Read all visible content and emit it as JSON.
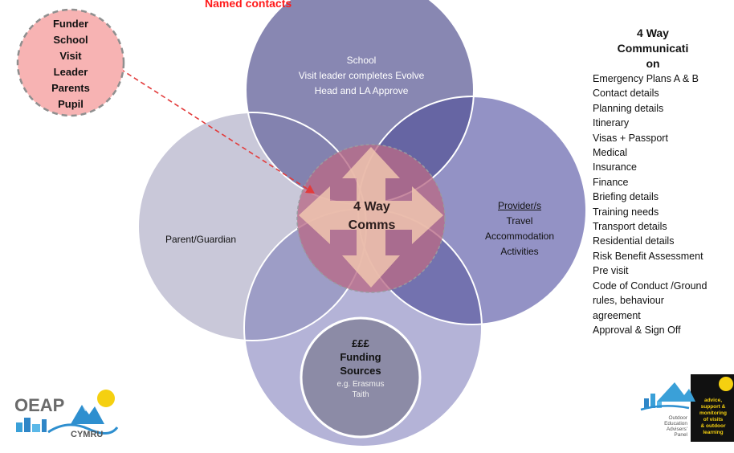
{
  "header": {
    "named_contacts": "Named contacts"
  },
  "funder_box": {
    "lines": [
      "Funder",
      "School",
      "Visit",
      "Leader",
      "Parents",
      "Pupil"
    ]
  },
  "circles": {
    "school": {
      "lines": [
        "School",
        "Visit leader completes Evolve",
        "Head and LA Approve"
      ]
    },
    "parent": {
      "label": "Parent/Guardian"
    },
    "provider": {
      "title": "Provider/s",
      "lines": [
        "Travel",
        "Accommodation",
        "Activities"
      ]
    },
    "funding": {
      "title_lines": [
        "£££",
        "Funding",
        "Sources"
      ],
      "sub_lines": [
        "e.g. Erasmus",
        "Taith"
      ]
    }
  },
  "center": {
    "lines": [
      "4 Way",
      "Comms"
    ]
  },
  "right_panel": {
    "title_lines": [
      "4 Way",
      "Communicati",
      "on"
    ],
    "items": [
      "Emergency Plans A & B",
      "Contact details",
      "Planning details",
      "Itinerary",
      "Visas + Passport",
      "Medical",
      "Insurance",
      "Finance",
      "Briefing details",
      "Training needs",
      "Transport details",
      "Residential details",
      "Risk Benefit Assessment",
      "Pre visit",
      "Code of Conduct /Ground",
      "rules, behaviour",
      "agreement",
      "Approval & Sign Off"
    ]
  },
  "logos": {
    "left": {
      "text_main": "OEAP",
      "text_sub": "CYMRU"
    },
    "right": {
      "panel_lines": [
        "Outdoor",
        "Education",
        "Advisers'",
        "Panel"
      ],
      "tag_lines": [
        "advice,",
        "support &",
        "monitoring",
        "of visits",
        "& outdoor",
        "learning"
      ]
    }
  },
  "colors": {
    "school_circle": "#7b7aaa",
    "parent_circle": "#c9c8d9",
    "provider_circle": "#8a89c0",
    "funding_circle": "#aeadd4",
    "overlap_dark": "#5f5ea0",
    "center_circle": "#b86a86",
    "arrow_fill": "#f1c8b0",
    "funder_fill": "#f7b3b3",
    "named_contacts_text": "#ff1a1a"
  }
}
